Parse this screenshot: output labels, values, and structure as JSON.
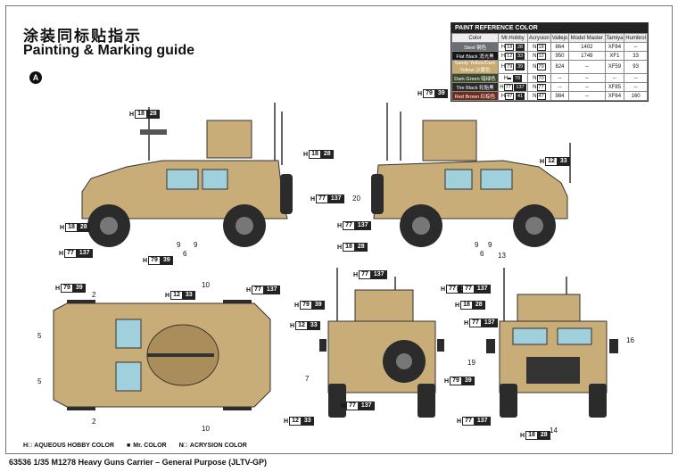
{
  "title_cn": "涂装同标贴指示",
  "title_en": "Painting & Marking guide",
  "marker": "A",
  "paint_table": {
    "heading": "PAINT REFERENCE COLOR",
    "columns": [
      "Color",
      "Mr.Hobby",
      "Acrysion",
      "Vallejo",
      "Model Master",
      "Tamiya",
      "Humbrol"
    ],
    "rows": [
      {
        "name": "Steel",
        "name_cn": "钢色",
        "swatch": "#6b6f73",
        "hobby": "18",
        "hobby_alt": "28",
        "acry": "18",
        "vallejo": "864",
        "mm": "1402",
        "tamiya": "XF84",
        "humbrol": "--"
      },
      {
        "name": "Flat Black",
        "name_cn": "消光黑",
        "swatch": "#161616",
        "hobby": "12",
        "hobby_alt": "33",
        "acry": "12",
        "vallejo": "950",
        "mm": "1749",
        "tamiya": "XF1",
        "humbrol": "33"
      },
      {
        "name": "Sandy Yellow/Dark Yellow",
        "name_cn": "沙黄色",
        "swatch": "#c8aa72",
        "hobby": "79",
        "hobby_alt": "39",
        "acry": "79",
        "vallejo": "824",
        "mm": "--",
        "tamiya": "XF59",
        "humbrol": "93"
      },
      {
        "name": "Dark Green",
        "name_cn": "暗绿色",
        "swatch": "#3c4a2a",
        "hobby": "",
        "hobby_alt": "70",
        "acry": "70",
        "vallejo": "--",
        "mm": "--",
        "tamiya": "--",
        "humbrol": "--"
      },
      {
        "name": "Tire Black",
        "name_cn": "轮胎黑",
        "swatch": "#2a2a2a",
        "hobby": "77",
        "hobby_alt": "137",
        "acry": "77",
        "vallejo": "--",
        "mm": "--",
        "tamiya": "XF85",
        "humbrol": "--"
      },
      {
        "name": "Red Brown",
        "name_cn": "红棕色",
        "swatch": "#6e2e1e",
        "hobby": "47",
        "hobby_alt": "41",
        "acry": "47",
        "vallejo": "984",
        "mm": "--",
        "tamiya": "XF64",
        "humbrol": "160"
      }
    ]
  },
  "callouts": {
    "c1": {
      "p": "H",
      "a": "18",
      "b": "28"
    },
    "c2": {
      "p": "H",
      "a": "18",
      "b": "28"
    },
    "c3": {
      "p": "H",
      "a": "77",
      "b": "137"
    },
    "c4": {
      "p": "H",
      "a": "18",
      "b": "28"
    },
    "c5": {
      "p": "H",
      "a": "77",
      "b": "137"
    },
    "c6": {
      "p": "H",
      "a": "79",
      "b": "39"
    },
    "c7": {
      "p": "H",
      "a": "79",
      "b": "39"
    },
    "c8": {
      "p": "H",
      "a": "12",
      "b": "33"
    },
    "c9": {
      "p": "H",
      "a": "77",
      "b": "137"
    },
    "c10": {
      "p": "H",
      "a": "18",
      "b": "28"
    },
    "c11": {
      "p": "H",
      "a": "77",
      "b": "137"
    },
    "c12": {
      "p": "H",
      "a": "79",
      "b": "39"
    },
    "c13": {
      "p": "H",
      "a": "12",
      "b": "33"
    },
    "c14": {
      "p": "H",
      "a": "77",
      "b": "137"
    },
    "c15": {
      "p": "H",
      "a": "79",
      "b": "39"
    },
    "c16": {
      "p": "H",
      "a": "12",
      "b": "33"
    },
    "c17": {
      "p": "H",
      "a": "77",
      "b": "137"
    },
    "c18": {
      "p": "H",
      "a": "79",
      "b": "39"
    },
    "c19": {
      "p": "H",
      "a": "12",
      "b": "33"
    },
    "c20": {
      "p": "H",
      "a": "77",
      "b": "137"
    },
    "c21": {
      "p": "H",
      "a": "77",
      "b": "137"
    },
    "c22": {
      "p": "H",
      "a": "18",
      "b": "28"
    },
    "c23": {
      "p": "H",
      "a": "77",
      "b": "137"
    },
    "c24": {
      "p": "H",
      "a": "18",
      "b": "28"
    },
    "c25": {
      "p": "H",
      "a": "77",
      "b": "137"
    }
  },
  "numbers": {
    "n9a": "9",
    "n9b": "9",
    "n6a": "6",
    "n20": "20",
    "n9c": "9",
    "n9d": "9",
    "n6b": "6",
    "n13": "13",
    "n2a": "2",
    "n5a": "5",
    "n5b": "5",
    "n2b": "2",
    "n10a": "10",
    "n10b": "10",
    "n7": "7",
    "n16": "16",
    "n19": "19",
    "n14": "14"
  },
  "legend": [
    {
      "sym": "H□",
      "label": "AQUEOUS HOBBY COLOR"
    },
    {
      "sym": "■",
      "label": "Mr. COLOR"
    },
    {
      "sym": "N□",
      "label": "ACRYSION COLOR"
    }
  ],
  "caption": "63536 1/35 M1278 Heavy Guns Carrier – General Purpose (JLTV-GP)",
  "colors": {
    "tan": "#c9ad78",
    "tan_dark": "#a98e5c",
    "tire": "#2b2b2b",
    "glass": "#9fd0dc"
  }
}
